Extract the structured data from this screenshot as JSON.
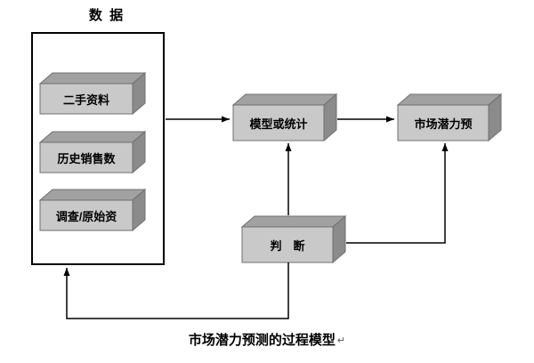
{
  "diagram": {
    "group": {
      "label": "数 据"
    },
    "source_nodes": [
      {
        "label": "二手资料"
      },
      {
        "label": "历史销售数"
      },
      {
        "label": "调查/原始资"
      }
    ],
    "process_nodes": {
      "model": "模型或统计",
      "market": "市场潜力预",
      "judgment": "判　断"
    },
    "caption": {
      "text": "市场潜力预测的过程模型",
      "return_mark": "↵"
    },
    "colors": {
      "box_front": "#c9c9c9",
      "box_top": "#a1a1a1",
      "box_side": "#8b8b8b",
      "arrow": "#000000"
    }
  }
}
